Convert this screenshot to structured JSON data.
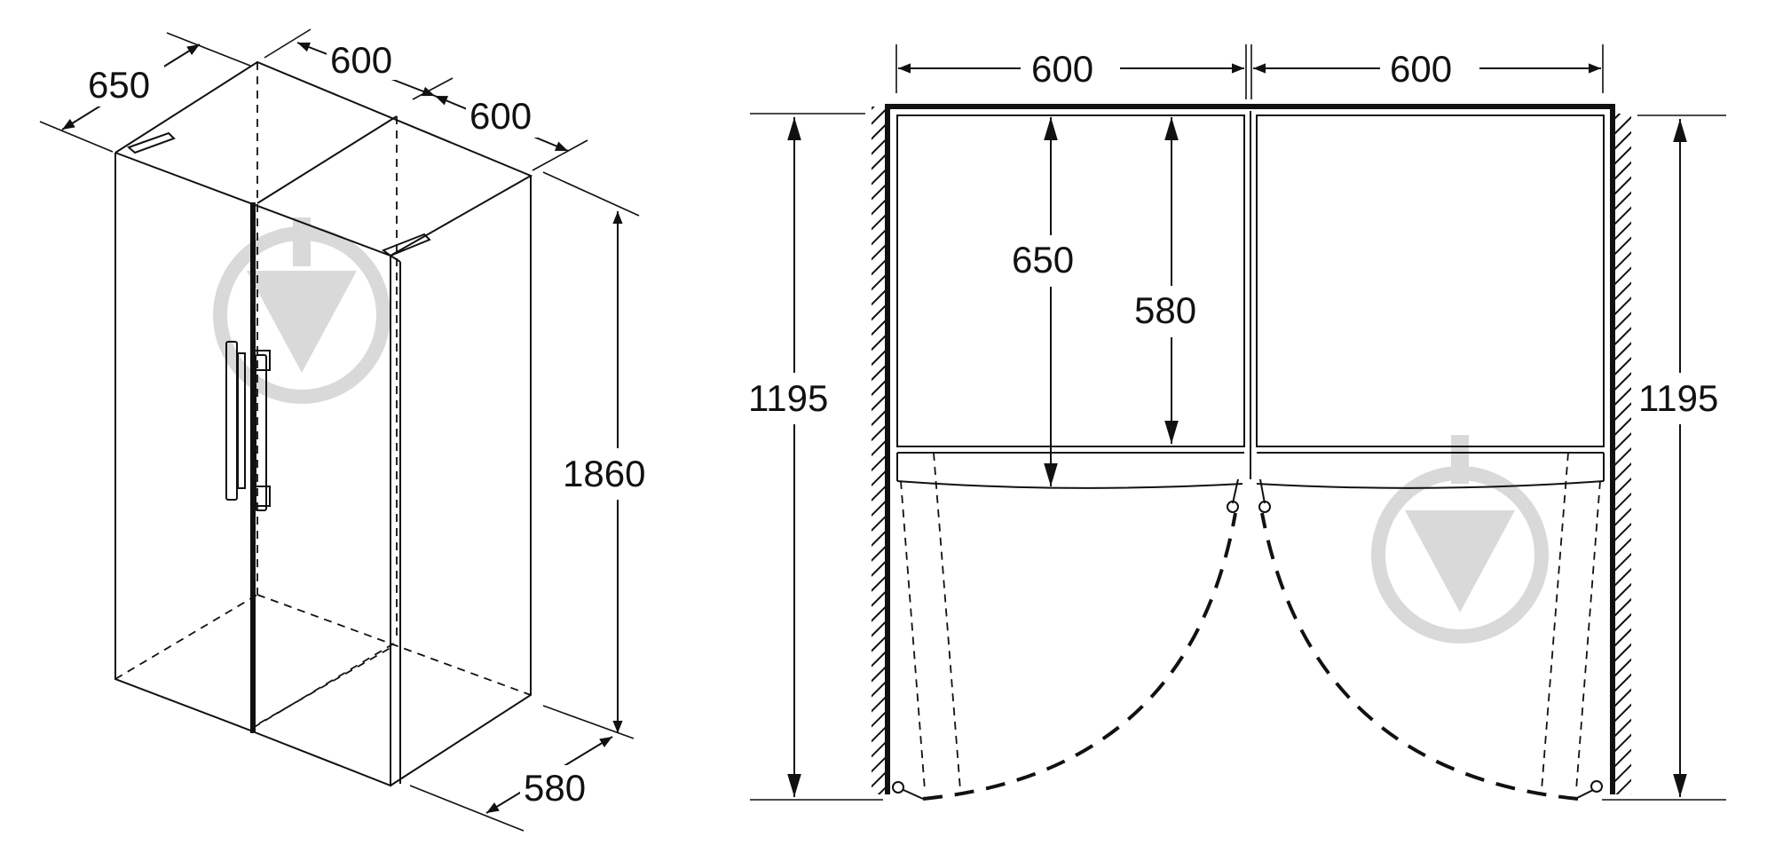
{
  "isometric_view": {
    "dim_depth": "650",
    "dim_width_left": "600",
    "dim_width_right": "600",
    "dim_height": "1860",
    "dim_base_depth": "580"
  },
  "plan_view": {
    "dim_top_left": "600",
    "dim_top_right": "600",
    "dim_side_left": "1195",
    "dim_side_right": "1195",
    "dim_inner_depth": "650",
    "dim_inner_body": "580"
  },
  "colors": {
    "line": "#111111",
    "watermark": "#d9d9d9",
    "background": "#ffffff"
  },
  "icons": {
    "watermark": "download-watermark-icon",
    "arrow": "dimension-arrow-icon"
  }
}
